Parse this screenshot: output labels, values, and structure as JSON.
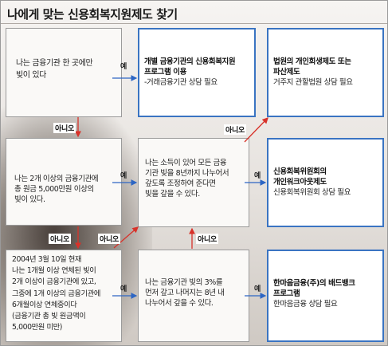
{
  "title": "나에게 맞는 신용회복지원제도 찾기",
  "labels": {
    "yes": "예",
    "no": "아니오"
  },
  "conditions": [
    {
      "lines": [
        "나는 금융기관 한 곳에만",
        "빚이 있다"
      ]
    },
    {
      "lines": [
        "나는 2개 이상의 금융기관에",
        "총 원금 5,000만원 이상의",
        "빚이 있다."
      ]
    },
    {
      "lines": [
        "2004년 3월 10일 현재",
        "나는 1개월 이상 연체된 빚이",
        "2개 이상이 금융기관에 있고,",
        "그중에 1개 이상의 금융기관에",
        "6개월이상 연체중이다",
        "(금융기관 총 빚 원금액이",
        "5,000만원 미만)"
      ]
    }
  ],
  "middle": [
    {
      "lines": [
        "나는 소득이 있어 모든 금융",
        "기관 빚을 8년까지 나누어서",
        "갚도록 조정하여 준다면",
        "빚을 갚을 수 있다."
      ]
    },
    {
      "lines": [
        "나는 금융기관 빚의 3%를",
        "먼저 갚고 나머지는 8년 내",
        "나누어서 갚을 수 있다."
      ]
    }
  ],
  "results": [
    {
      "title_lines": [
        "개별 금융기관의 신용회복지원",
        "프로그램 이용"
      ],
      "note": "-거래금융기관 상담 필요"
    },
    {
      "title_lines": [
        "법원의 개인회생제도 또는",
        "파산제도"
      ],
      "note": "거주지 관할법원 상담 필요"
    },
    {
      "title_lines": [
        "신용회복위원회의",
        "개인워크아웃제도"
      ],
      "note": "신용회복위원회 상담 필요"
    },
    {
      "title_lines": [
        "한마음금융(주)의 배드뱅크",
        "프로그램"
      ],
      "note": "한마음금융 상담 필요"
    }
  ],
  "colors": {
    "yes_arrow": "#2d66c4",
    "no_arrow": "#d8322a",
    "result_border": "#3a74c2"
  }
}
